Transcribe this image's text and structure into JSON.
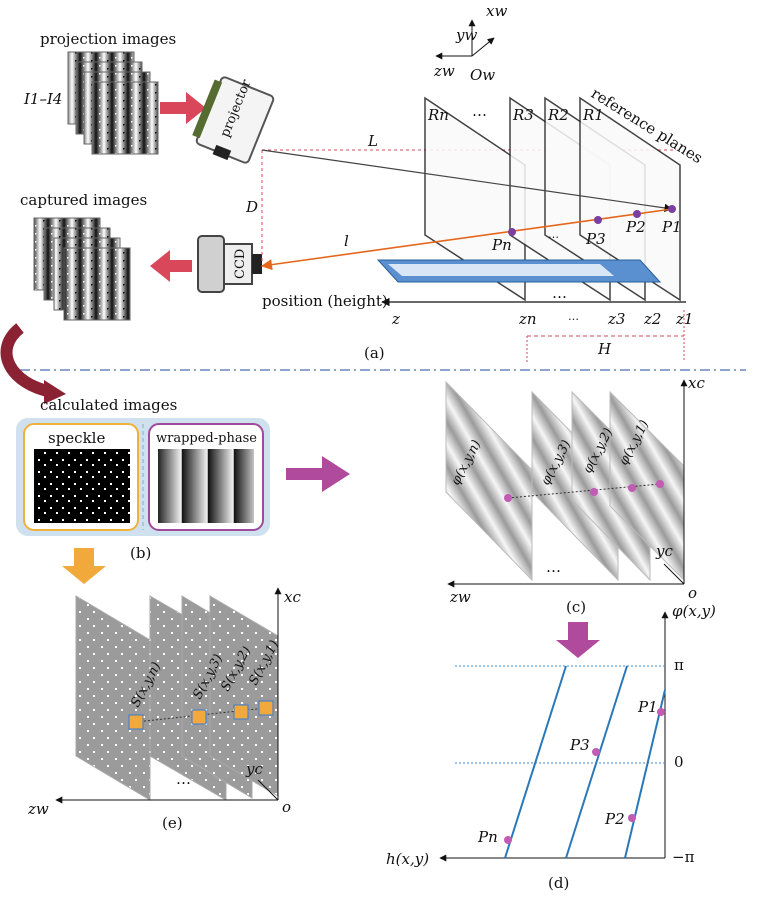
{
  "labels": {
    "projection_images": "projection images",
    "frame_range": "I1–I4",
    "projector": "projector",
    "captured_images": "captured images",
    "ccd": "CCD",
    "calculated_images": "calculated images",
    "speckle": "speckle",
    "wrapped_phase": "wrapped-phase",
    "reference_planes": "reference planes",
    "position_height": "position (height)",
    "L": "L",
    "D": "D",
    "l": "l",
    "H": "H",
    "dots": "…",
    "z": "z",
    "z_n": "zn",
    "z_3": "z3",
    "z_2": "z2",
    "z_1": "z1",
    "R_n": "Rn",
    "R_3": "R3",
    "R_2": "R2",
    "R_1": "R1",
    "P_n": "Pn",
    "P_3": "P3",
    "P_2": "P2",
    "P_1": "P1",
    "x_w": "xw",
    "y_w": "yw",
    "z_w": "zw",
    "O_w": "Ow",
    "x_c": "xc",
    "y_c": "yc",
    "o": "o",
    "phi_n": "φ(x,y,n)",
    "phi_3": "φ(x,y,3)",
    "phi_2": "φ(x,y,2)",
    "phi_1": "φ(x,y,1)",
    "S_n": "S(x,y,n)",
    "S_3": "S(x,y,3)",
    "S_2": "S(x,y,2)",
    "S_1": "S(x,y,1)",
    "phi_axis": "φ(x,y)",
    "h_axis": "h(x,y)",
    "pi": "π",
    "zero": "0",
    "neg_pi": "−π"
  },
  "panels": {
    "a": "(a)",
    "b": "(b)",
    "c": "(c)",
    "d": "(d)",
    "e": "(e)"
  },
  "colors": {
    "red_arrow": "#d9485a",
    "dark_red_arrow": "#8b2233",
    "purple_arrow": "#b04a9c",
    "orange_arrow": "#f2a93b",
    "ray_orange": "#e5671b",
    "point_purple": "#7b3fa0",
    "phase_line_blue": "#2a78b8",
    "divider_blue": "#4a6fb5",
    "speckle_border": "#f0b13b",
    "wrapped_border": "#a04a9c",
    "calc_bg": "#cfe0ef"
  }
}
